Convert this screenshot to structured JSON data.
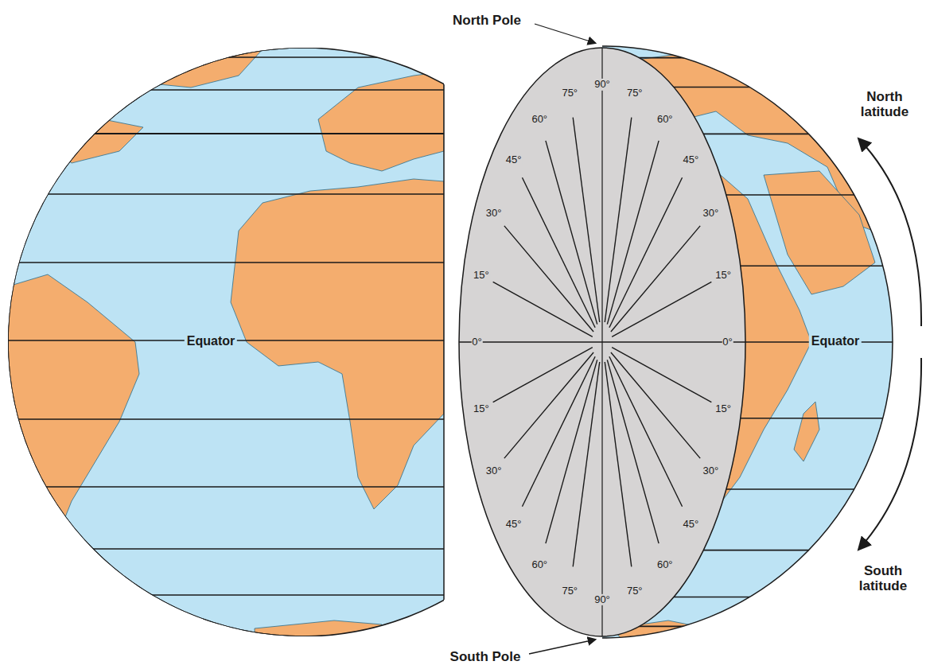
{
  "diagram": {
    "labels": [
      "North Pole",
      "South Pole",
      "North latitude",
      "South latitude",
      "Equator",
      "Equator",
      "90°",
      "90°",
      "75°",
      "60°",
      "45°",
      "30°",
      "15°",
      "0°",
      "15°",
      "30°",
      "45°",
      "60°",
      "75°",
      "75°",
      "60°",
      "45°",
      "30°",
      "15°",
      "0°",
      "15°",
      "30°",
      "45°",
      "60°",
      "75°"
    ]
  }
}
